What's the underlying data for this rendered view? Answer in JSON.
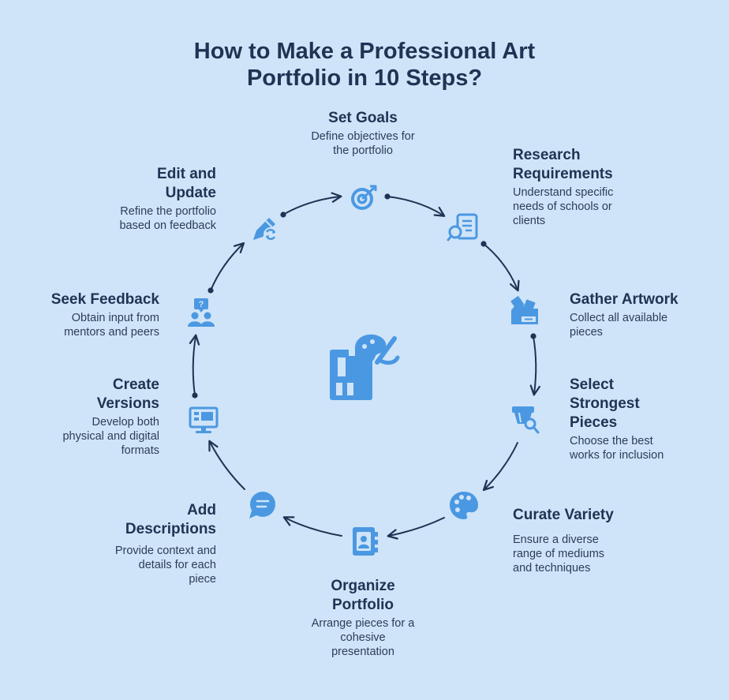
{
  "title": {
    "line1": "How to Make a Professional Art",
    "line2": "Portfolio in 10 Steps?"
  },
  "colors": {
    "background": "#cfe4f8",
    "icon": "#4b98e2",
    "arrow": "#1f3354",
    "text": "#1f3354"
  },
  "steps": [
    {
      "title": "Set Goals",
      "desc": [
        "Define objectives for",
        "the portfolio"
      ],
      "icon": "target-icon"
    },
    {
      "title": [
        "Research",
        "Requirements"
      ],
      "desc": [
        "Understand specific",
        "needs of schools or",
        "clients"
      ],
      "icon": "document-search-icon"
    },
    {
      "title": "Gather Artwork",
      "desc": [
        "Collect all available",
        "pieces"
      ],
      "icon": "folder-icon"
    },
    {
      "title": [
        "Select",
        "Strongest",
        "Pieces"
      ],
      "desc": [
        "Choose the best",
        "works for inclusion"
      ],
      "icon": "brush-select-icon"
    },
    {
      "title": "Curate Variety",
      "desc": [
        "Ensure a diverse",
        "range of mediums",
        "and techniques"
      ],
      "icon": "palette-icon"
    },
    {
      "title": [
        "Organize",
        "Portfolio"
      ],
      "desc": [
        "Arrange pieces for a",
        "cohesive",
        "presentation"
      ],
      "icon": "address-book-icon"
    },
    {
      "title": [
        "Add",
        "Descriptions"
      ],
      "desc": [
        "Provide context and",
        "details for each",
        "piece"
      ],
      "icon": "chat-bubble-icon"
    },
    {
      "title": [
        "Create",
        "Versions"
      ],
      "desc": [
        "Develop both",
        "physical and digital",
        "formats"
      ],
      "icon": "monitor-icon"
    },
    {
      "title": "Seek Feedback",
      "desc": [
        "Obtain input from",
        "mentors and peers"
      ],
      "icon": "people-question-icon"
    },
    {
      "title": [
        "Edit and",
        "Update"
      ],
      "desc": [
        "Refine the portfolio",
        "based on feedback"
      ],
      "icon": "pencil-refresh-icon"
    }
  ],
  "center_icon": "art-supplies-icon"
}
